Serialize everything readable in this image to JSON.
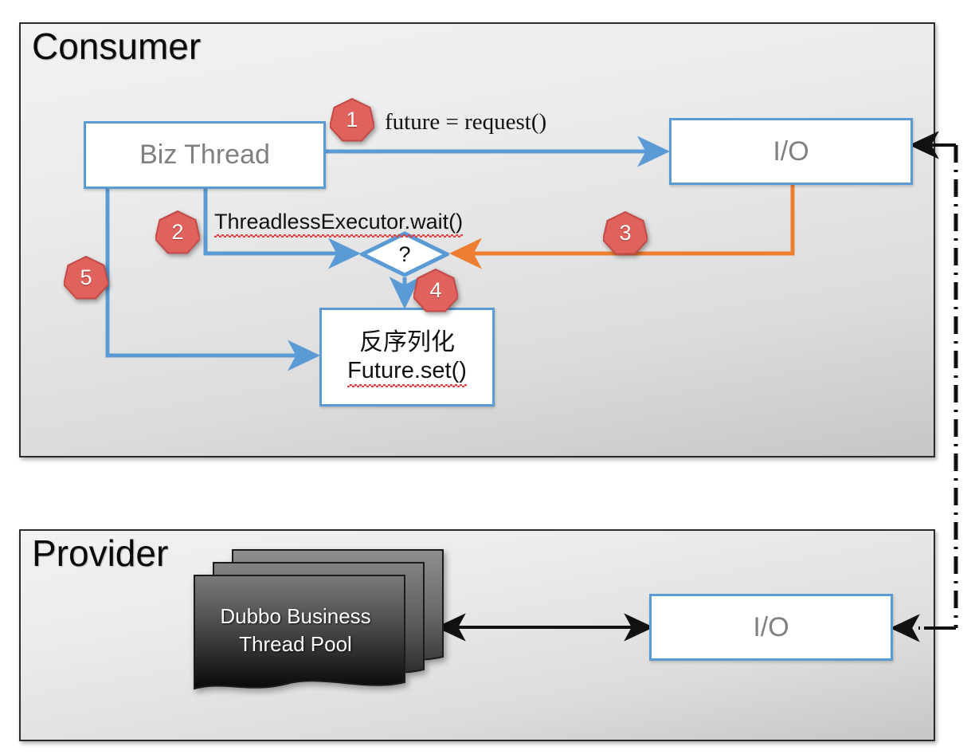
{
  "diagram": {
    "title_consumer": "Consumer",
    "title_provider": "Provider"
  },
  "consumer": {
    "title": "Consumer",
    "biz_thread": {
      "label": "Biz Thread"
    },
    "io": {
      "label": "I/O"
    },
    "decision": {
      "label": "?"
    },
    "deserialize": {
      "line1": "反序列化",
      "line2": "Future.set()"
    },
    "annotations": {
      "future_request": "future = request()",
      "threadless_wait": "ThreadlessExecutor.wait()"
    },
    "steps": [
      {
        "id": 1,
        "label": "1"
      },
      {
        "id": 2,
        "label": "2"
      },
      {
        "id": 3,
        "label": "3"
      },
      {
        "id": 4,
        "label": "4"
      },
      {
        "id": 5,
        "label": "5"
      }
    ]
  },
  "provider": {
    "title": "Provider",
    "thread_pool": {
      "line1": "Dubbo Business",
      "line2": "Thread Pool"
    },
    "io": {
      "label": "I/O"
    }
  },
  "colors": {
    "box_border_blue": "#5b9bd5",
    "arrow_blue": "#5b9bd5",
    "arrow_orange": "#ed7d31",
    "arrow_black": "#000000",
    "badge_fill": "#e0625c",
    "badge_stroke": "#c24a47",
    "panel_border": "#2b2b2b",
    "box_text_gray": "#808080"
  }
}
